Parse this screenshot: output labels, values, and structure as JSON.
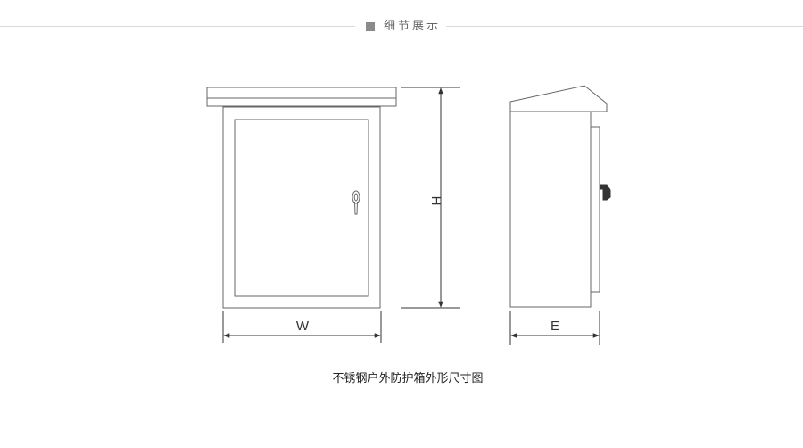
{
  "header": {
    "title": "细节展示"
  },
  "diagram": {
    "width_label": "W",
    "height_label": "H",
    "depth_label": "E",
    "colors": {
      "outline": "#666666",
      "dimension_line": "#333333"
    }
  },
  "caption": "不锈钢户外防护箱外形尺寸图"
}
